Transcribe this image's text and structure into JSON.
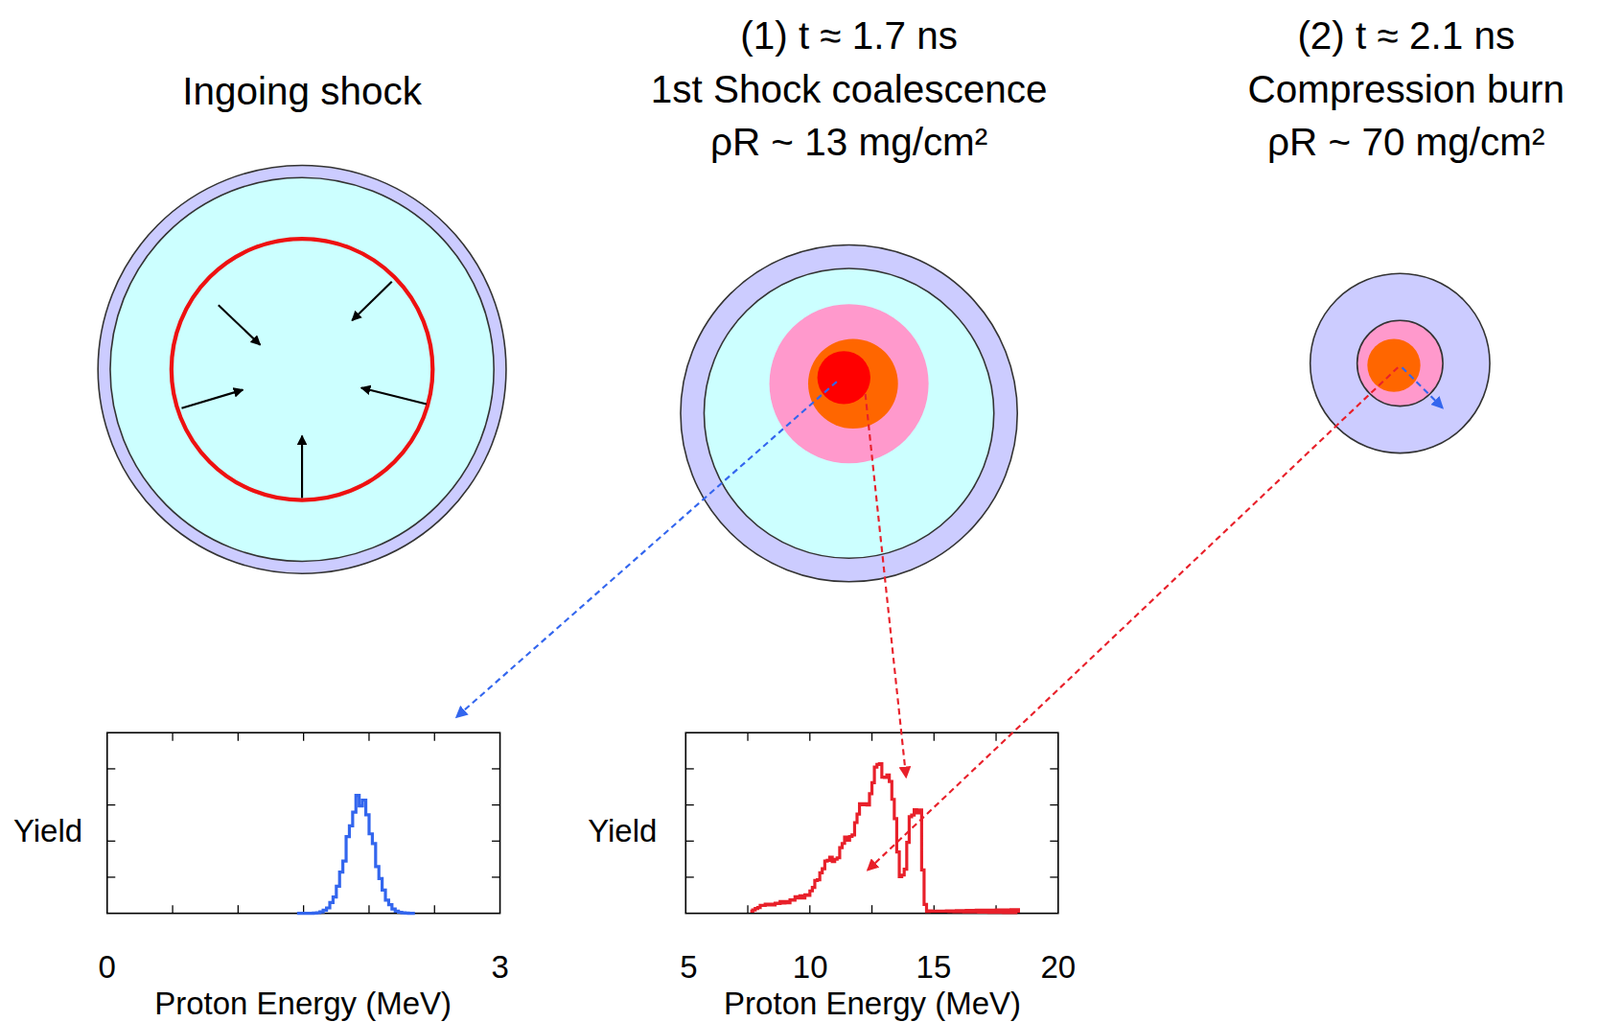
{
  "diagram": {
    "nodes": [
      {
        "text": [
          "Ingoing shock"
        ]
      },
      {
        "text": [
          "(1) t ≈ 1.7 ns",
          "1st Shock coalescence",
          "ρR ~ 13 mg/cm²"
        ]
      },
      {
        "text": [
          "(2) t ≈ 2.1 ns",
          "Compression burn",
          "ρR ~ 70 mg/cm²"
        ]
      },
      {
        "text": [
          "Yield",
          "Proton Energy (MeV)"
        ]
      },
      {
        "text": [
          "Yield",
          "Proton Energy (MeV)"
        ]
      }
    ],
    "edges": [
      {
        "from": 1,
        "to": 3,
        "arrow": "to"
      },
      {
        "from": 1,
        "to": 4,
        "arrow": "to"
      },
      {
        "from": 2,
        "to": 4,
        "arrow": "to"
      }
    ],
    "labels": [
      "0",
      "3",
      "5",
      "10",
      "15",
      "20"
    ]
  }
}
